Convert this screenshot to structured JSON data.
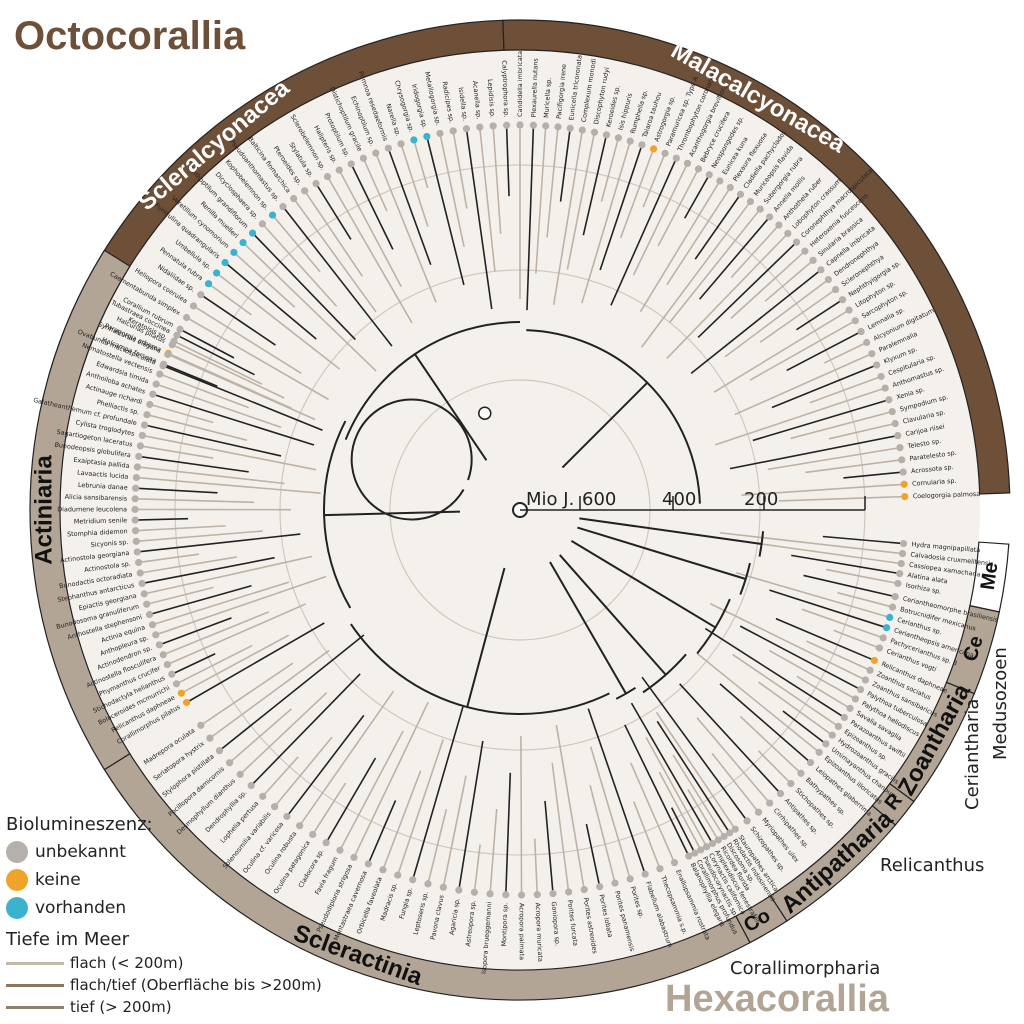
{
  "title_oct": "Octocorallia",
  "title_hex": "Hexacorallia",
  "time_axis": {
    "label": "Mio J.",
    "ticks": [
      "600",
      "400",
      "200"
    ]
  },
  "clades_outer": [
    {
      "name": "Scleralcyonacea",
      "group": "oct"
    },
    {
      "name": "Malacalcyonacea",
      "group": "oct"
    },
    {
      "name": "Actiniaria",
      "group": "hex"
    },
    {
      "name": "Scleractinia",
      "group": "hex"
    },
    {
      "name": "Co",
      "group": "hex"
    },
    {
      "name": "Antipatharia",
      "group": "hex"
    },
    {
      "name": "R",
      "group": "hex"
    },
    {
      "name": "Zoantharia",
      "group": "hex"
    },
    {
      "name": "Ce",
      "group": "hex"
    },
    {
      "name": "Me",
      "group": "white"
    }
  ],
  "side_labels": {
    "cerianth": "Ceriantharia",
    "medus": "Medusozoen",
    "relic": "Relicanthus",
    "coral": "Corallimorpharia"
  },
  "legend": {
    "bio_title": "Biolumineszenz:",
    "bio": [
      {
        "label": "unbekannt",
        "color": "#b5b0aa"
      },
      {
        "label": "keine",
        "color": "#f0a32a"
      },
      {
        "label": "vorhanden",
        "color": "#3bb3cc"
      }
    ],
    "depth_title": "Tiefe im Meer",
    "depth": [
      {
        "label": "flach (< 200m)",
        "color": "#c4b8a8"
      },
      {
        "label": "flach/tief (Oberfläche bis >200m)",
        "color": "#8a7560"
      },
      {
        "label": "tief (> 200m)",
        "color": "#8f7f6f"
      }
    ]
  },
  "colors": {
    "dark_brown": "#6e4f37",
    "light_brown": "#b3a595",
    "tip_gray": "#b5b0aa",
    "orange": "#f0a32a",
    "blue": "#3bb3cc"
  },
  "taxa_malacalcyonacea": [
    "Plexaurella nutans",
    "Muricella sp.",
    "Pacifigorgia irene",
    "Eunicella tricoronata",
    "Complexum monodi",
    "Discophyton rudyi",
    "Keroeides sp.",
    "Isis hippuris",
    "Rumphella sp.",
    "Taiaroa tauhou",
    "Astrogorgia sp.",
    "Paramuricea sp. Type A",
    "Thrombophyton coronatum",
    "Acanthogorgia breviflora",
    "Bebryce crucifera",
    "Neospongodes sp.",
    "Eunicea kuna",
    "Plexaura flexuosa",
    "Cladiella pachyclados",
    "Muriceopsis flavida",
    "Subergorgia rubra",
    "Annella mollis",
    "Anthothela ruber",
    "Lobophyton crassum",
    "Coronephthya macrospiculata",
    "Heteroxenia fuscescens",
    "Sinularia brassica",
    "Capnella imbricata",
    "Dendronephthya",
    "Scleronephthya",
    "Nephthyigorgia sp.",
    "Litophyton sp.",
    "Sarcophyton sp.",
    "Lemnalia sp.",
    "Alcyonium digitatum",
    "Paralemnalia",
    "Klyxum sp.",
    "Cespitularia sp.",
    "Anthomastus sp.",
    "Xenia sp.",
    "Sympodium sp.",
    "Clavularia sp.",
    "Carijoa riisei",
    "Telesto sp.",
    "Paratelesto sp.",
    "Acrossota sp.",
    "Cornularia sp.",
    "Coelogorgia palmosa"
  ],
  "taxa_scleralcyonacea": [
    "Ovabunda macrospiculata",
    "Paragorgia arborea",
    "Keratoisis sp.",
    "Corallium rubrum",
    "Caementabunda simplex",
    "Heliopora coerulea",
    "Nidaliidae sp.",
    "Pennatula rubra",
    "Umbellula sp.",
    "Funiculina quadrangularis",
    "Veretillum cynomorium",
    "Renilla muelleri",
    "Anthoptilum grandiflorum",
    "Dicyclosphaera sp.",
    "Kophobelemnon sp.",
    "Pseudoanthomastus sp.",
    "Balticina finmarchica",
    "Pteroeides sp.",
    "Stylatula sp.",
    "Sclerobelemnon sp.",
    "Halipteris sp.",
    "Protoptilum sp.",
    "Distichoptilum gracile",
    "Echinoptilum sp.",
    "Primnoa resedaeformis",
    "Narella sp.",
    "Chrysogorgia sp.",
    "Iridogorgia sp.",
    "Metallogorgia sp.",
    "Radicipes sp.",
    "Isidella sp.",
    "Acanella sp.",
    "Lepidisis sp.",
    "Calyptrophora sp.",
    "Candidella imbricata"
  ],
  "taxa_actiniaria": [
    "Corallimorphus pilatus",
    "Relicanthus daphneae",
    "Boloceroides mcmurrichi",
    "Stichodactyla helianthus",
    "Phymanthus crucifer",
    "Actinostella flosculifera",
    "Actinodendron sp.",
    "Anthopleura sp.",
    "Actinia equina",
    "Anthostella stephensoni",
    "Bunodosoma granuliferum",
    "Epiactis georgiana",
    "Stephanthus antarcticus",
    "Bunodactis octoradiata",
    "Actinostola sp.",
    "Actinostola georgiana",
    "Sicyonis sp.",
    "Stomphia didemon",
    "Metridium senile",
    "Diadumene leucolena",
    "Alicia sansibarensis",
    "Lebrunia danae",
    "Lavaactis lucida",
    "Exaiptasia pallida",
    "Bunodeopsis globulifera",
    "Sagartiogeton laceratus",
    "Cylista troglodytes",
    "Galatheanthemum cf. profundale",
    "Phelliactis sp.",
    "Actinauge richardi",
    "Anthoiloba achates",
    "Edwardsia timida",
    "Nematostella vectensis",
    "Halcampa farsena",
    "Synhalcurias elegans",
    "Halcurias pilatus",
    "Tubastraea coccinea"
  ],
  "taxa_scleractinia": [
    "Balanophyllia elegans",
    "Enallopsammia rostrata",
    "Thecopsammia s.p.",
    "Flabellum alabastrum",
    "Porites sp.",
    "Porites panamensis",
    "Porites lobata",
    "Porites astreoides",
    "Porites furcata",
    "Goniopora sp.",
    "Acropora muricata",
    "Acropora palmata",
    "Montipora sp.",
    "Isopora brueggemanni",
    "Astreopora sp.",
    "Agaricia sp.",
    "Pavona clavus",
    "Leptoseris sp.",
    "Fungia sp.",
    "Madracis sp.",
    "Orbicella faveolata",
    "Montastraea cavernosa",
    "Pseudodiploria strigosa",
    "Favia fragum",
    "Cladocora sp.",
    "Oculina patagonica",
    "Oculina robusta",
    "Oculina cf. varicosa",
    "Solenosmilia variabilis",
    "Lophelia pertusa",
    "Dendrophyllia sp.",
    "Desmophyllum dianthus",
    "Pocillopora damicornis",
    "Stylophora pistillata",
    "Seriatopora hystrix",
    "Madrepora oculata"
  ],
  "taxa_corallimorpharia": [
    "Rhodactis indosinensis",
    "Discosoma sp.",
    "Ricordea florida",
    "Amplexidiscus fenestrafer",
    "Corynactis californica",
    "Pseudocorynactis sp.",
    "Corallimorphus profundus"
  ],
  "taxa_antipatharia": [
    "Leiopathes glaberrima",
    "Bathypathes sp.",
    "Stichopathes sp.",
    "Antipathes sp.",
    "Cirrhipathes sp.",
    "Myriopathes ulex",
    "Schizopathes sp.",
    "Stauropathes arctica"
  ],
  "taxa_zoantharia": [
    "Relicanthus daphneae",
    "Zoanthus sociatus",
    "Zoanthus sansibaricus",
    "Palythoa tuberculosa",
    "Palythoa heliodiscus",
    "Savalia savaglia",
    "Parazoanthus swiftii",
    "Epizoanthus sp.",
    "Hydrozoanthus gracilis",
    "Umimayanthus chanpuru",
    "Epizoanthus illoricatus"
  ],
  "taxa_ceriantharia": [
    "Ceriantheomorphe brasiliensis",
    "Botrucnidifer mexicanus",
    "Cerianthus sp.",
    "Ceriantheopsis americana",
    "Pachycerianthus sp. 3",
    "Cerianthus vogti"
  ],
  "taxa_medusozoa": [
    "Hydra magnipapillata",
    "Calvadosia cruxmelitensis",
    "Cassiopea xamachana",
    "Alatina alata",
    "Isorhiza sp."
  ]
}
